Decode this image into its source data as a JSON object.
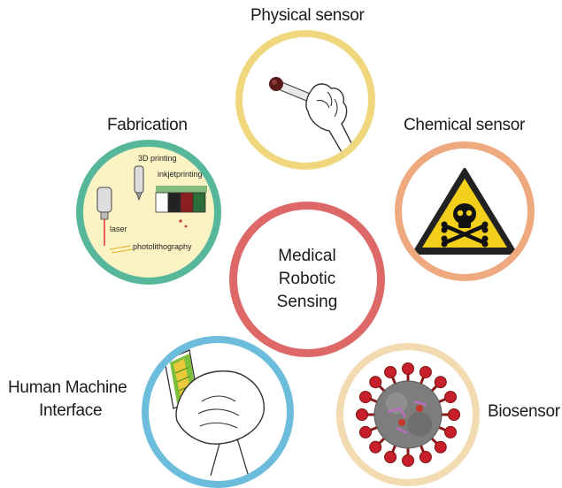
{
  "labels": {
    "physical": "Physical sensor",
    "chemical": "Chemical sensor",
    "fabrication": "Fabrication",
    "hmi_line1": "Human Machine",
    "hmi_line2": "Interface",
    "biosensor": "Biosensor"
  },
  "center": {
    "line1": "Medical",
    "line2": "Robotic",
    "line3": "Sensing"
  },
  "fabrication_items": {
    "printing3d": "3D printing",
    "inkjet": "inkjetprinting",
    "laser": "laser",
    "photolith": "photolithography"
  },
  "colors": {
    "physical_ring": "#f0d77e",
    "chemical_ring": "#eeaa7e",
    "fabrication_ring": "#57b79a",
    "center_ring": "#de6868",
    "hmi_ring": "#6cbcdc",
    "biosensor_ring": "#f2dbb1"
  },
  "icons": {
    "physical": "hand-pressing-sensor-icon",
    "chemical": "toxic-warning-icon",
    "fabrication": "fabrication-tools-icon",
    "hmi": "handshake-wearable-icon",
    "biosensor": "virus-icon"
  }
}
